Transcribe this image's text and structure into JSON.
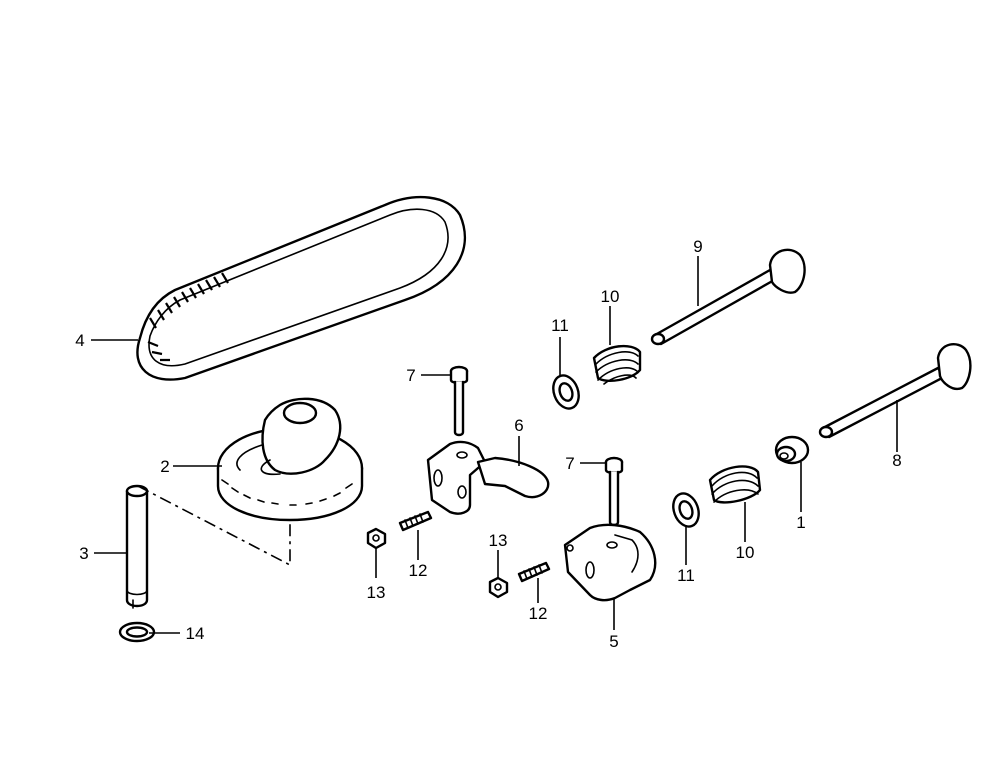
{
  "diagram": {
    "callouts": [
      {
        "id": "c1",
        "label": "1"
      },
      {
        "id": "c2",
        "label": "2"
      },
      {
        "id": "c3",
        "label": "3"
      },
      {
        "id": "c4",
        "label": "4"
      },
      {
        "id": "c5",
        "label": "5"
      },
      {
        "id": "c6",
        "label": "6"
      },
      {
        "id": "c7a",
        "label": "7"
      },
      {
        "id": "c7b",
        "label": "7"
      },
      {
        "id": "c8",
        "label": "8"
      },
      {
        "id": "c9",
        "label": "9"
      },
      {
        "id": "c10a",
        "label": "10"
      },
      {
        "id": "c10b",
        "label": "10"
      },
      {
        "id": "c11a",
        "label": "11"
      },
      {
        "id": "c11b",
        "label": "11"
      },
      {
        "id": "c12a",
        "label": "12"
      },
      {
        "id": "c12b",
        "label": "12"
      },
      {
        "id": "c13a",
        "label": "13"
      },
      {
        "id": "c13b",
        "label": "13"
      },
      {
        "id": "c14",
        "label": "14"
      }
    ]
  }
}
